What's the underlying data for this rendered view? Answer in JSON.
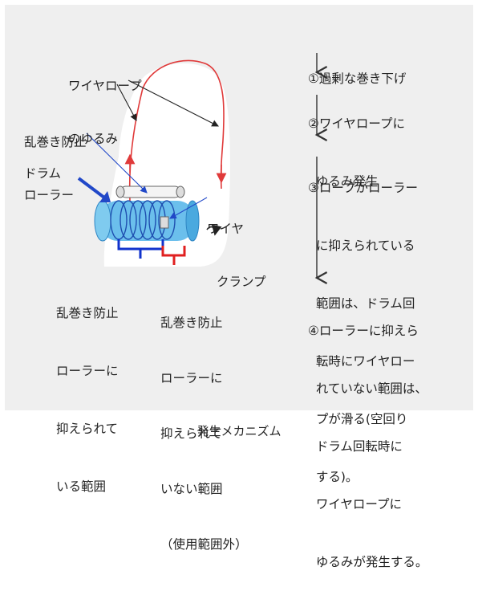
{
  "labels": {
    "wire_slack": [
      "ワイヤロープ",
      "のゆるみ"
    ],
    "anti_roller": [
      "乱巻き防止",
      "ローラー"
    ],
    "drum": "ドラム",
    "wire_clamp": [
      "ワイヤ",
      "クランプ"
    ],
    "pressed_range": [
      "乱巻き防止",
      "ローラーに",
      "抑えられて",
      "いる範囲"
    ],
    "unpressed_range": [
      "乱巻き防止",
      "ローラーに",
      "抑えられて",
      "いない範囲",
      "（使用範囲外）"
    ]
  },
  "steps": [
    {
      "lines": [
        "①過剰な巻き下げ"
      ]
    },
    {
      "lines": [
        "②ワイヤロープに",
        "  ゆるみ発生"
      ]
    },
    {
      "lines": [
        "③ロープがローラー",
        "  に抑えられている",
        "  範囲は、ドラム回",
        "  転時にワイヤロー",
        "  プが滑る(空回り",
        "  する)。"
      ]
    },
    {
      "lines": [
        "④ローラーに抑えら",
        "  れていない範囲は、",
        "  ドラム回転時に",
        "  ワイヤロープに",
        "  ゆるみが発生する。"
      ]
    }
  ],
  "caption": "発生メカニズム",
  "colors": {
    "panel": "#efefef",
    "rope": "#e03a3a",
    "drum": "#5bb8ea",
    "coil": "#1f4fb0",
    "pointer": "#2148c8",
    "pressed_bracket": "#1133cc",
    "unpressed_bracket": "#e02020",
    "flow_arrow": "#333333"
  }
}
